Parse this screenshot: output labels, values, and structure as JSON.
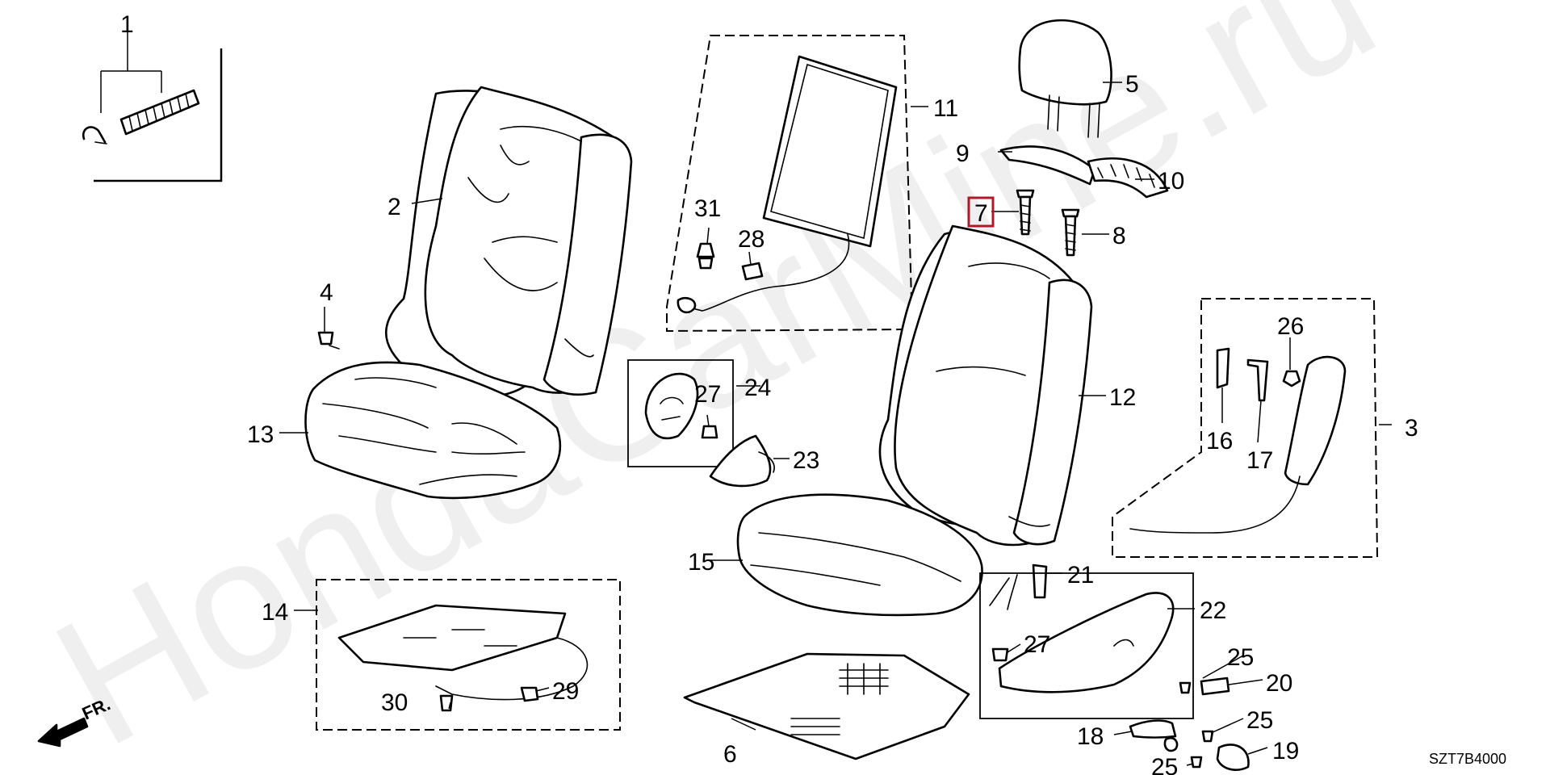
{
  "diagram": {
    "watermark": "HondaCarMine.ru",
    "code": "SZT7B4000",
    "front_marker": "FR.",
    "highlighted_label": "7",
    "callouts": [
      {
        "id": "c1",
        "label": "1"
      },
      {
        "id": "c2",
        "label": "2"
      },
      {
        "id": "c3",
        "label": "3"
      },
      {
        "id": "c4",
        "label": "4"
      },
      {
        "id": "c5",
        "label": "5"
      },
      {
        "id": "c6",
        "label": "6"
      },
      {
        "id": "c7",
        "label": "7"
      },
      {
        "id": "c8",
        "label": "8"
      },
      {
        "id": "c9",
        "label": "9"
      },
      {
        "id": "c10",
        "label": "10"
      },
      {
        "id": "c11",
        "label": "11"
      },
      {
        "id": "c12",
        "label": "12"
      },
      {
        "id": "c13",
        "label": "13"
      },
      {
        "id": "c14",
        "label": "14"
      },
      {
        "id": "c15",
        "label": "15"
      },
      {
        "id": "c16",
        "label": "16"
      },
      {
        "id": "c17",
        "label": "17"
      },
      {
        "id": "c18",
        "label": "18"
      },
      {
        "id": "c19",
        "label": "19"
      },
      {
        "id": "c20",
        "label": "20"
      },
      {
        "id": "c21",
        "label": "21"
      },
      {
        "id": "c22",
        "label": "22"
      },
      {
        "id": "c23",
        "label": "23"
      },
      {
        "id": "c24",
        "label": "24"
      },
      {
        "id": "c25a",
        "label": "25"
      },
      {
        "id": "c25b",
        "label": "25"
      },
      {
        "id": "c25c",
        "label": "25"
      },
      {
        "id": "c26",
        "label": "26"
      },
      {
        "id": "c27a",
        "label": "27"
      },
      {
        "id": "c27b",
        "label": "27"
      },
      {
        "id": "c28",
        "label": "28"
      },
      {
        "id": "c29",
        "label": "29"
      },
      {
        "id": "c30",
        "label": "30"
      },
      {
        "id": "c31",
        "label": "31"
      }
    ]
  }
}
